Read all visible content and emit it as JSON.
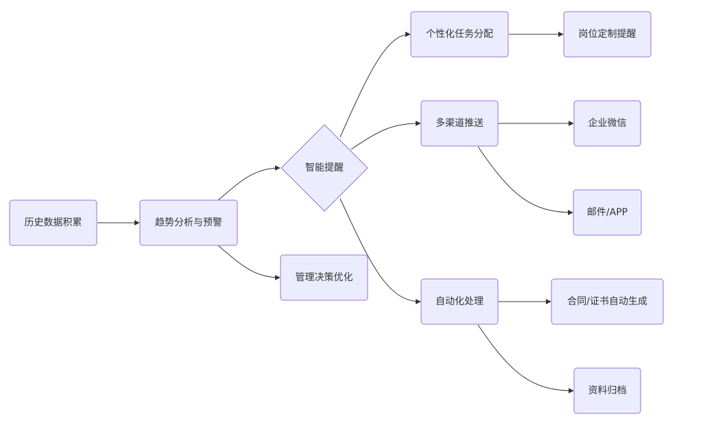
{
  "diagram": {
    "nodes": [
      {
        "id": "history",
        "label": "历史数据积累"
      },
      {
        "id": "trend",
        "label": "趋势分析与预警"
      },
      {
        "id": "smart",
        "label": "智能提醒"
      },
      {
        "id": "mgmt",
        "label": "管理决策优化"
      },
      {
        "id": "personal",
        "label": "个性化任务分配"
      },
      {
        "id": "post",
        "label": "岗位定制提醒"
      },
      {
        "id": "multi",
        "label": "多渠道推送"
      },
      {
        "id": "wechat",
        "label": "企业微信"
      },
      {
        "id": "mail",
        "label": "邮件/APP"
      },
      {
        "id": "auto",
        "label": "自动化处理"
      },
      {
        "id": "contract",
        "label": "合同/证书自动生成"
      },
      {
        "id": "archive",
        "label": "资料归档"
      }
    ],
    "edges": [
      {
        "from": "history",
        "to": "trend"
      },
      {
        "from": "trend",
        "to": "smart"
      },
      {
        "from": "trend",
        "to": "mgmt"
      },
      {
        "from": "smart",
        "to": "personal"
      },
      {
        "from": "smart",
        "to": "multi"
      },
      {
        "from": "smart",
        "to": "auto"
      },
      {
        "from": "personal",
        "to": "post"
      },
      {
        "from": "multi",
        "to": "wechat"
      },
      {
        "from": "multi",
        "to": "mail"
      },
      {
        "from": "auto",
        "to": "contract"
      },
      {
        "from": "auto",
        "to": "archive"
      }
    ],
    "colors": {
      "node_fill": "#ECECFF",
      "node_stroke": "#9370DB",
      "edge": "#333333",
      "text": "#333333"
    }
  }
}
